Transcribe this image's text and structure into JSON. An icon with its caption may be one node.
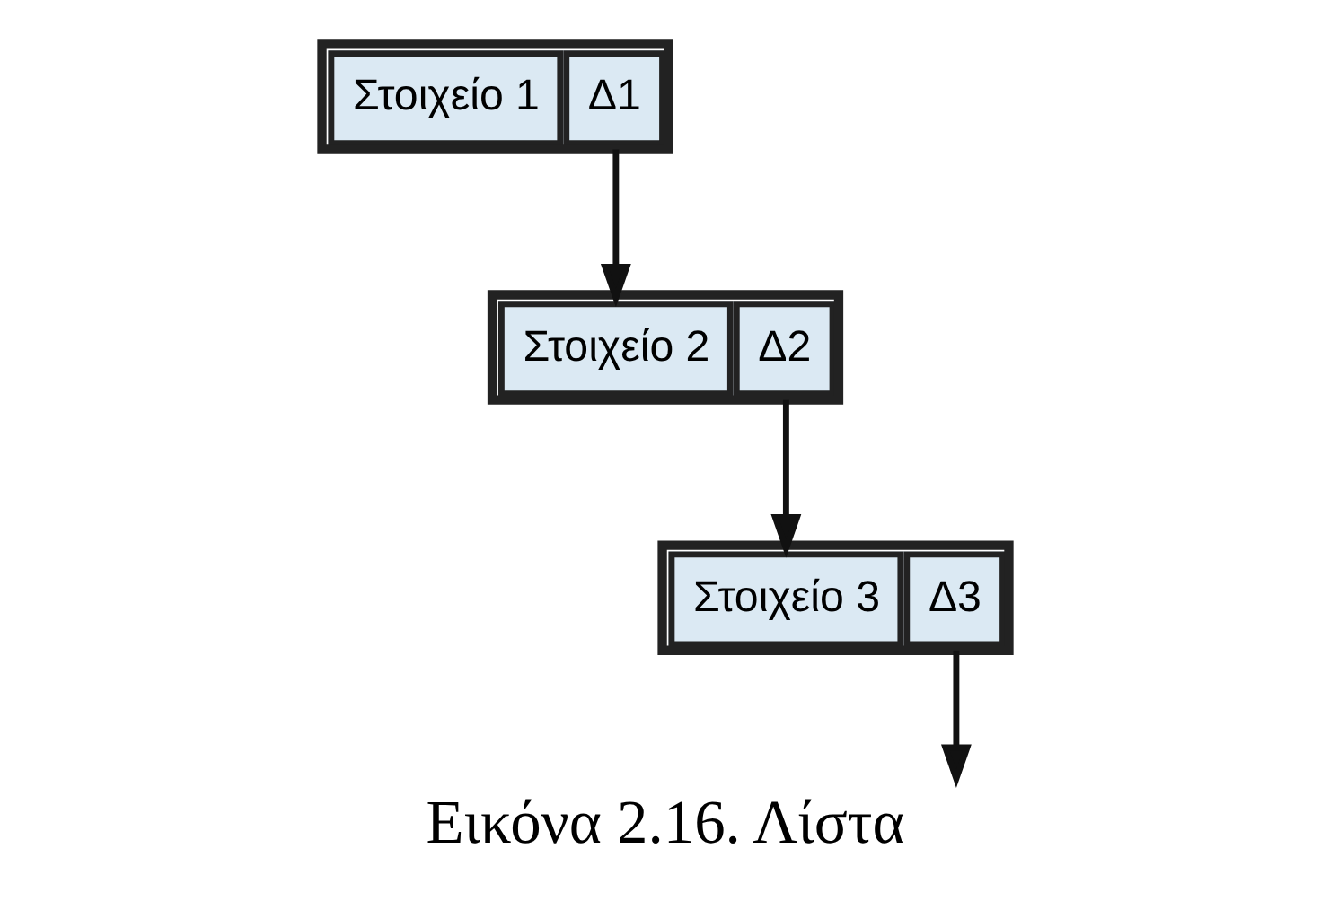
{
  "diagram": {
    "caption": "Εικόνα 2.16. Λίστα",
    "nodes": [
      {
        "text": [
          "Στοιχείο 1",
          "Δ1"
        ]
      },
      {
        "text": [
          "Στοιχείο 2",
          "Δ2"
        ]
      },
      {
        "text": [
          "Στοιχείο 3",
          "Δ3"
        ]
      }
    ],
    "edges": [
      {
        "from": 0,
        "to": 1,
        "arrow": "to"
      },
      {
        "from": 1,
        "to": 2,
        "arrow": "to"
      },
      {
        "from": 2,
        "to": null,
        "arrow": "to"
      }
    ]
  }
}
